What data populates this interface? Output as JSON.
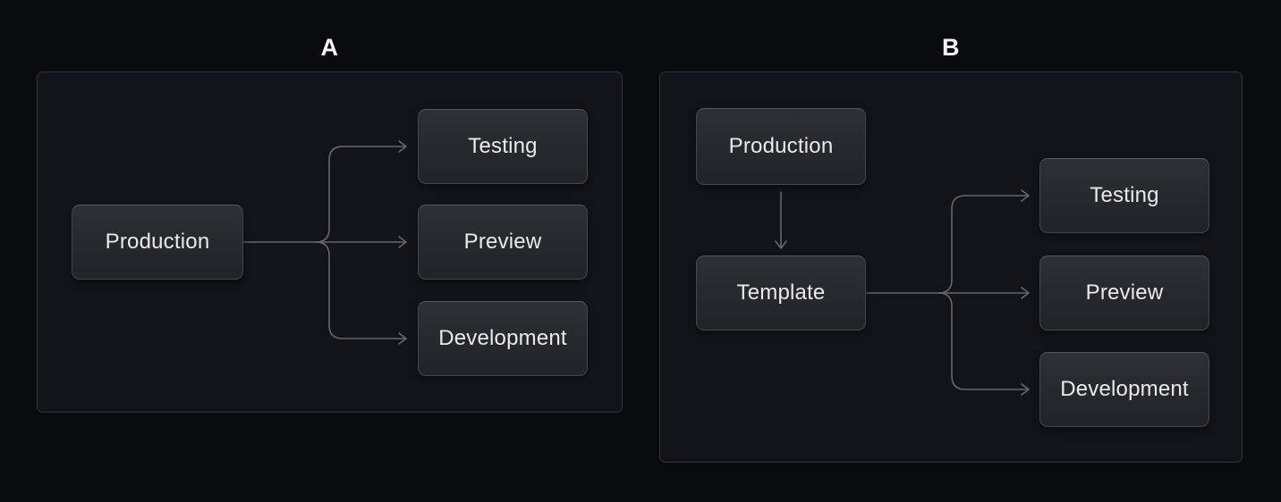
{
  "figure": {
    "type": "workflow-comparison-diagram",
    "background": "#0a0b0d"
  },
  "colors": {
    "panel_background": "#131419",
    "panel_border": "#2f333a",
    "node_fill_top": "#2e3036",
    "node_fill_bottom": "#212327",
    "node_border": "#44474e",
    "node_text": "#e9eaec",
    "connector": "#64676d",
    "panel_label": "#f3f4f6"
  },
  "panels": [
    {
      "label": "A",
      "nodes": [
        {
          "id": "production",
          "label": "Production"
        },
        {
          "id": "testing",
          "label": "Testing"
        },
        {
          "id": "preview",
          "label": "Preview"
        },
        {
          "id": "development",
          "label": "Development"
        }
      ],
      "edges": [
        {
          "from": "production",
          "to": "testing"
        },
        {
          "from": "production",
          "to": "preview"
        },
        {
          "from": "production",
          "to": "development"
        }
      ]
    },
    {
      "label": "B",
      "nodes": [
        {
          "id": "production",
          "label": "Production"
        },
        {
          "id": "template",
          "label": "Template"
        },
        {
          "id": "testing",
          "label": "Testing"
        },
        {
          "id": "preview",
          "label": "Preview"
        },
        {
          "id": "development",
          "label": "Development"
        }
      ],
      "edges": [
        {
          "from": "production",
          "to": "template"
        },
        {
          "from": "template",
          "to": "testing"
        },
        {
          "from": "template",
          "to": "preview"
        },
        {
          "from": "template",
          "to": "development"
        }
      ]
    }
  ]
}
